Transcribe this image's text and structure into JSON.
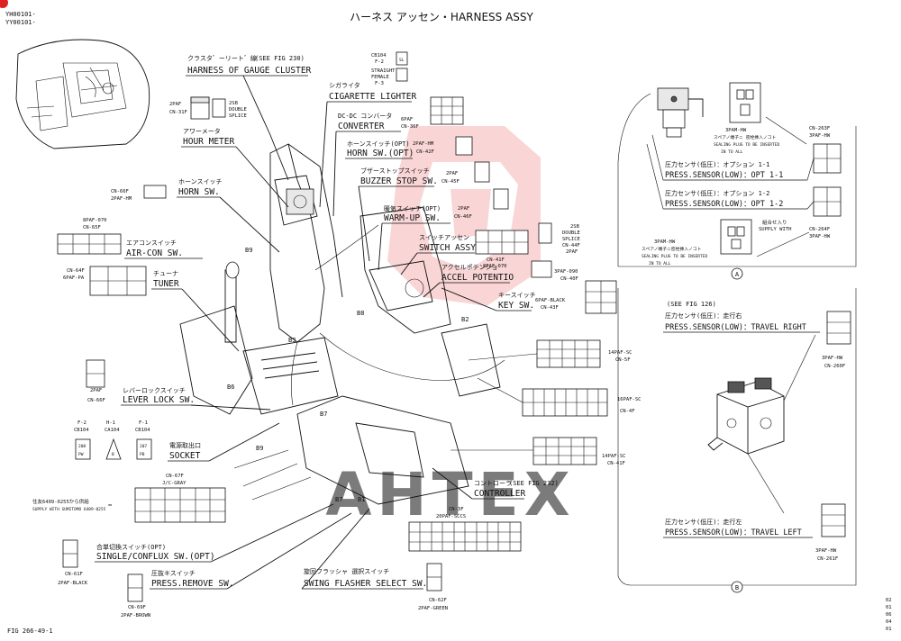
{
  "header": {
    "model_codes": [
      "YH00101-",
      "YY00101-"
    ],
    "title": "ハーネス アッセン・HARNESS ASSY"
  },
  "footer": {
    "fig_number": "FIG 266-49-1",
    "page_codes": [
      "02",
      "01",
      "06",
      "04",
      "01"
    ]
  },
  "watermark": "AHTEX",
  "components": {
    "gauge_cluster": {
      "ja": "クラスタ゛ーリート゛線",
      "ref": "(SEE FIG 230)",
      "en": "HARNESS OF GAUGE CLUSTER"
    },
    "cigarette_lighter": {
      "ja": "シガライタ",
      "en": "CIGARETTE LIGHTER"
    },
    "dcdc_converter": {
      "ja": "DC-DC コンバータ",
      "en": "CONVERTER"
    },
    "hour_meter": {
      "ja": "アワーメータ",
      "en": "HOUR METER"
    },
    "horn_sw_opt": {
      "ja": "ホーンスイッチ(OPT)",
      "en": "HORN SW.(OPT)"
    },
    "buzzer_stop": {
      "ja": "ブザーストップスイッチ",
      "en": "BUZZER STOP SW."
    },
    "horn_sw": {
      "ja": "ホーンスイッチ",
      "en": "HORN SW."
    },
    "warm_up": {
      "ja": "暖気スイッチ(OPT)",
      "en": "WARM-UP SW."
    },
    "switch_assy": {
      "ja": "スイッチアッセン",
      "en": "SWITCH ASSY"
    },
    "air_con": {
      "ja": "エアコンスイッチ",
      "en": "AIR-CON SW."
    },
    "tuner": {
      "ja": "チューナ",
      "en": "TUNER"
    },
    "accel_potentio": {
      "ja": "アクセルポテンショ",
      "en": "ACCEL POTENTIO"
    },
    "key_sw": {
      "ja": "キースイッチ",
      "en": "KEY SW."
    },
    "lever_lock": {
      "ja": "レバーロックスイッチ",
      "en": "LEVER LOCK SW."
    },
    "socket": {
      "ja": "電源取出口",
      "en": "SOCKET"
    },
    "controller": {
      "ja": "コントローラ",
      "ref": "(SEE FIG 232)",
      "en": "CONTROLLER"
    },
    "single_conflux": {
      "ja": "合単切換スイッチ(OPT)",
      "en": "SINGLE/CONFLUX SW.(OPT)"
    },
    "press_remove": {
      "ja": "圧抜キスイッチ",
      "en": "PRESS.REMOVE SW."
    },
    "swing_flasher": {
      "ja": "旋回フラッシャ 選択スイッチ",
      "en": "SWING FLASHER SELECT SW."
    },
    "press_opt11": {
      "ja": "圧力センサ(低圧)：オプション 1-1",
      "en": "PRESS.SENSOR(LOW)：OPT 1-1"
    },
    "press_opt12": {
      "ja": "圧力センサ(低圧)：オプション 1-2",
      "en": "PRESS.SENSOR(LOW)：OPT 1-2"
    },
    "travel_right": {
      "ref": "(SEE FIG 126)",
      "ja": "圧力センサ(低圧)：走行右",
      "en": "PRESS.SENSOR(LOW)：TRAVEL RIGHT"
    },
    "travel_left": {
      "ja": "圧力センサ(低圧)：走行左",
      "en": "PRESS.SENSOR(LOW)：TRAVEL LEFT"
    }
  },
  "connectors": {
    "cn31f": {
      "type": "2PAF",
      "id": "CN-31F"
    },
    "splice_2sb": {
      "lines": [
        "2SB",
        "DOUBLE",
        "SPLICE"
      ]
    },
    "cb104": {
      "lines": [
        "CB104",
        "F-2",
        "SL"
      ]
    },
    "straight_female": {
      "lines": [
        "STRAIGHT",
        "FEMALE",
        "F-3"
      ]
    },
    "cn36f": {
      "type": "6PAF",
      "id": "CN-36F"
    },
    "cn42f": {
      "type": "2PAF-HM",
      "id": "CN-42F"
    },
    "cn45f": {
      "type": "2PAF",
      "id": "CN-45F"
    },
    "cn46f": {
      "type": "2PAF",
      "id": "CN-46F"
    },
    "cn66f_top": {
      "id": "CN-66F",
      "type": "2PAF-HM"
    },
    "cn65f": {
      "type": "8PAF-070",
      "id": "CN-65F"
    },
    "cn64f": {
      "id": "CN-64F",
      "type": "6PAF-PA"
    },
    "cn41f_top": {
      "id": "CN-41F",
      "type": "8PAF-070"
    },
    "splice_2sb_b": {
      "lines": [
        "2SB",
        "DOUBLE",
        "SPLICE",
        "CN-44F",
        "2PAF"
      ]
    },
    "cn40f": {
      "type": "3PAF-090",
      "id": "CN-40F"
    },
    "cn43f": {
      "type": "6PAF-BLACK",
      "id": "CN-43F"
    },
    "cn5f": {
      "type": "14PAF-SC",
      "id": "CN-5F"
    },
    "cn4f": {
      "type": "16PAF-SC",
      "id": "CN-4F"
    },
    "cn41f": {
      "type": "14PAF-SC",
      "id": "CN-41F"
    },
    "cn66f": {
      "type": "2PAF",
      "id": "CN-66F"
    },
    "f2": {
      "lines": [
        "F-2",
        "CB104"
      ],
      "pin": "208",
      "code": "PW"
    },
    "h1": {
      "lines": [
        "H-1",
        "CA104"
      ],
      "pin": "B"
    },
    "f1": {
      "lines": [
        "F-1",
        "CB104"
      ],
      "pin": "207",
      "code": "PB"
    },
    "cn67f": {
      "id": "CN-67F",
      "type": "J/C-GRAY"
    },
    "supply_note": {
      "ja": "住友6409-0255から供給",
      "en": "SUPPLY WITH SUMITOMO 6409-0255"
    },
    "cn61f": {
      "id": "CN-61F",
      "type": "2PAF-BLACK"
    },
    "cn69f": {
      "id": "CN-69F",
      "type": "2PAF-BROWN"
    },
    "cn3f": {
      "id": "CN-3F",
      "type": "20PAF-SCCS"
    },
    "cn62f": {
      "id": "CN-62F",
      "type": "2PAF-GREEN"
    },
    "cn263f": {
      "id": "CN-263F",
      "type": "3PAF-HW"
    },
    "cn264f": {
      "id": "CN-264F",
      "type": "3PAF-HW"
    },
    "cn260f": {
      "type": "3PAF-HW",
      "id": "CN-260F"
    },
    "cn261f": {
      "type": "3PAF-HW",
      "id": "CN-261F"
    },
    "pam_hw_1": {
      "lines": [
        "3PAM-HW",
        "スペアノ端子ニ 密栓挿入ノコト",
        "SEALING PLUG TO BE INSERTED",
        "IN TO ALL"
      ]
    },
    "pam_hw_2": {
      "lines": [
        "3PAM-HW",
        "スペアノ端子ニ密栓挿入ノコト",
        "SEALING PLUG TO BE INSERTED",
        "IN TO ALL"
      ]
    },
    "supply_with": {
      "lines": [
        "組合せ入り",
        "SUPPLY WITH"
      ]
    }
  },
  "wire_labels": [
    "B9",
    "B8",
    "B3",
    "B2",
    "B6",
    "B7",
    "B9",
    "B7",
    "B1"
  ],
  "callouts": [
    "A",
    "B"
  ]
}
